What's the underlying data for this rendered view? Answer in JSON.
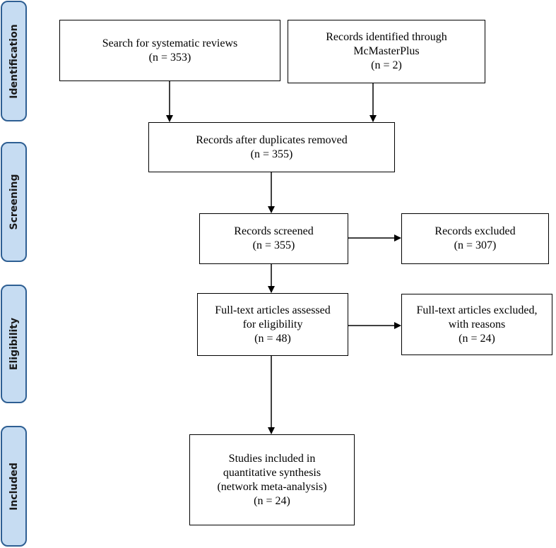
{
  "stages": [
    {
      "id": "identification",
      "label": "Identification"
    },
    {
      "id": "screening",
      "label": "Screening"
    },
    {
      "id": "eligibility",
      "label": "Eligibility"
    },
    {
      "id": "included",
      "label": "Included"
    }
  ],
  "boxes": {
    "search": {
      "lines": [
        "Search for systematic reviews",
        "(n = 353)"
      ]
    },
    "mcmaster": {
      "lines": [
        "Records identified through",
        "McMasterPlus",
        "(n = 2)"
      ]
    },
    "duplicates_removed": {
      "lines": [
        "Records after duplicates removed",
        "(n = 355)"
      ]
    },
    "screened": {
      "lines": [
        "Records screened",
        "(n = 355)"
      ]
    },
    "excluded": {
      "lines": [
        "Records excluded",
        "(n = 307)"
      ]
    },
    "fulltext_assessed": {
      "lines": [
        "Full-text articles assessed",
        "for eligibility",
        "(n = 48)"
      ]
    },
    "fulltext_excluded": {
      "lines": [
        "Full-text articles excluded,",
        "with reasons",
        "(n = 24)"
      ]
    },
    "included": {
      "lines": [
        "Studies included in",
        "quantitative synthesis",
        "(network meta-analysis)",
        "(n = 24)"
      ]
    }
  }
}
